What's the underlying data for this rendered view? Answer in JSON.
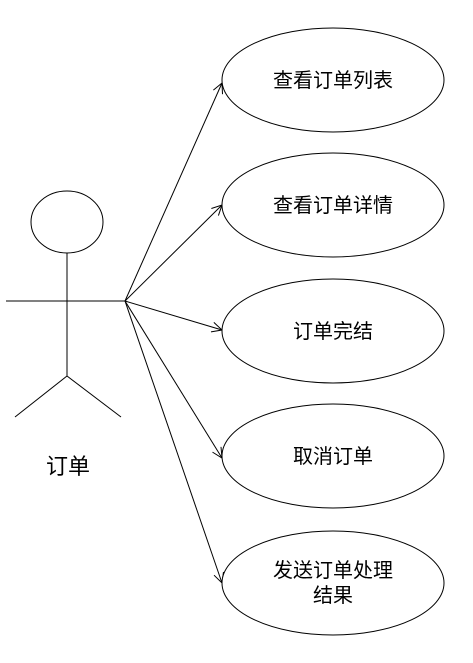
{
  "diagram": {
    "type": "use-case",
    "actor": {
      "name": "订单"
    },
    "use_cases": [
      {
        "lines": [
          "查看订单列表"
        ]
      },
      {
        "lines": [
          "查看订单详情"
        ]
      },
      {
        "lines": [
          "订单完结"
        ]
      },
      {
        "lines": [
          "取消订单"
        ]
      },
      {
        "lines": [
          "发送订单处理",
          "结果"
        ]
      }
    ],
    "colors": {
      "stroke": "#000000",
      "fill": "#ffffff",
      "text": "#000000"
    }
  }
}
